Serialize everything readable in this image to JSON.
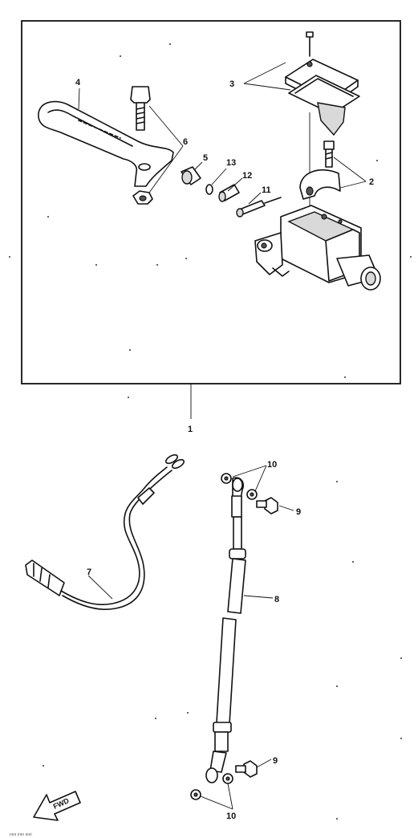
{
  "callouts": {
    "c1": "1",
    "c2": "2",
    "c3": "3",
    "c4": "4",
    "c5": "5",
    "c6": "6",
    "c7": "7",
    "c8": "8",
    "c9a": "9",
    "c9b": "9",
    "c10a": "10",
    "c10b": "10",
    "c11": "11",
    "c12": "12",
    "c13": "13"
  },
  "fwd_label": "FWD",
  "footer_text": "ıııııı ıııııı ıııııı",
  "colors": {
    "line": "#111111",
    "background": "#ffffff",
    "shade": "#d9d9d9"
  }
}
